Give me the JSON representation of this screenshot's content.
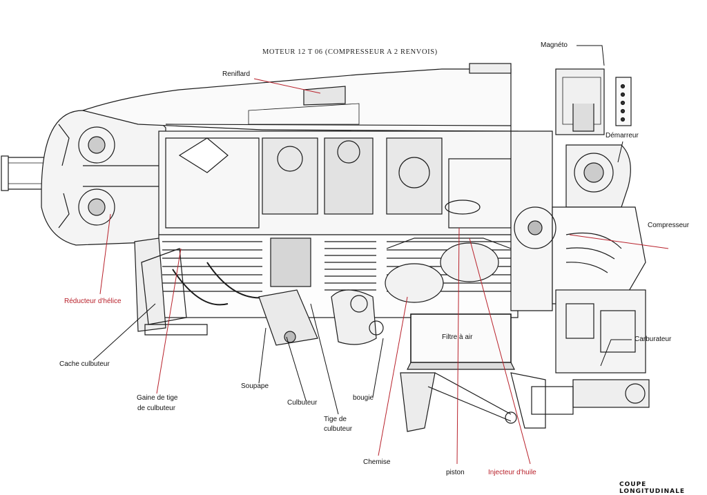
{
  "title": "MOTEUR 12 T 06 (COMPRESSEUR A 2 RENVOIS)",
  "footer": "COUPE LONGITUDINALE",
  "colors": {
    "ink": "#1a1a1a",
    "red_leader": "#b8202a",
    "black_leader": "#111111"
  },
  "labels": {
    "magneto": "Magnéto",
    "reniflard": "Reniflard",
    "demarreur": "Démarreur",
    "compresseur": "Compresseur",
    "reducteur": "Réducteur d'hélice",
    "carburateur": "Carburateur",
    "filtre": "Filtre à air",
    "cache": "Cache culbuteur",
    "soupape": "Soupape",
    "gaine_1": "Gaine de tige",
    "gaine_2": "de culbuteur",
    "culbuteur": "Culbuteur",
    "bougie": "bougie",
    "tige_1": "Tige de",
    "tige_2": "culbuteur",
    "chemise": "Chemise",
    "piston": "piston",
    "injecteur": "Injecteur d'huile"
  }
}
